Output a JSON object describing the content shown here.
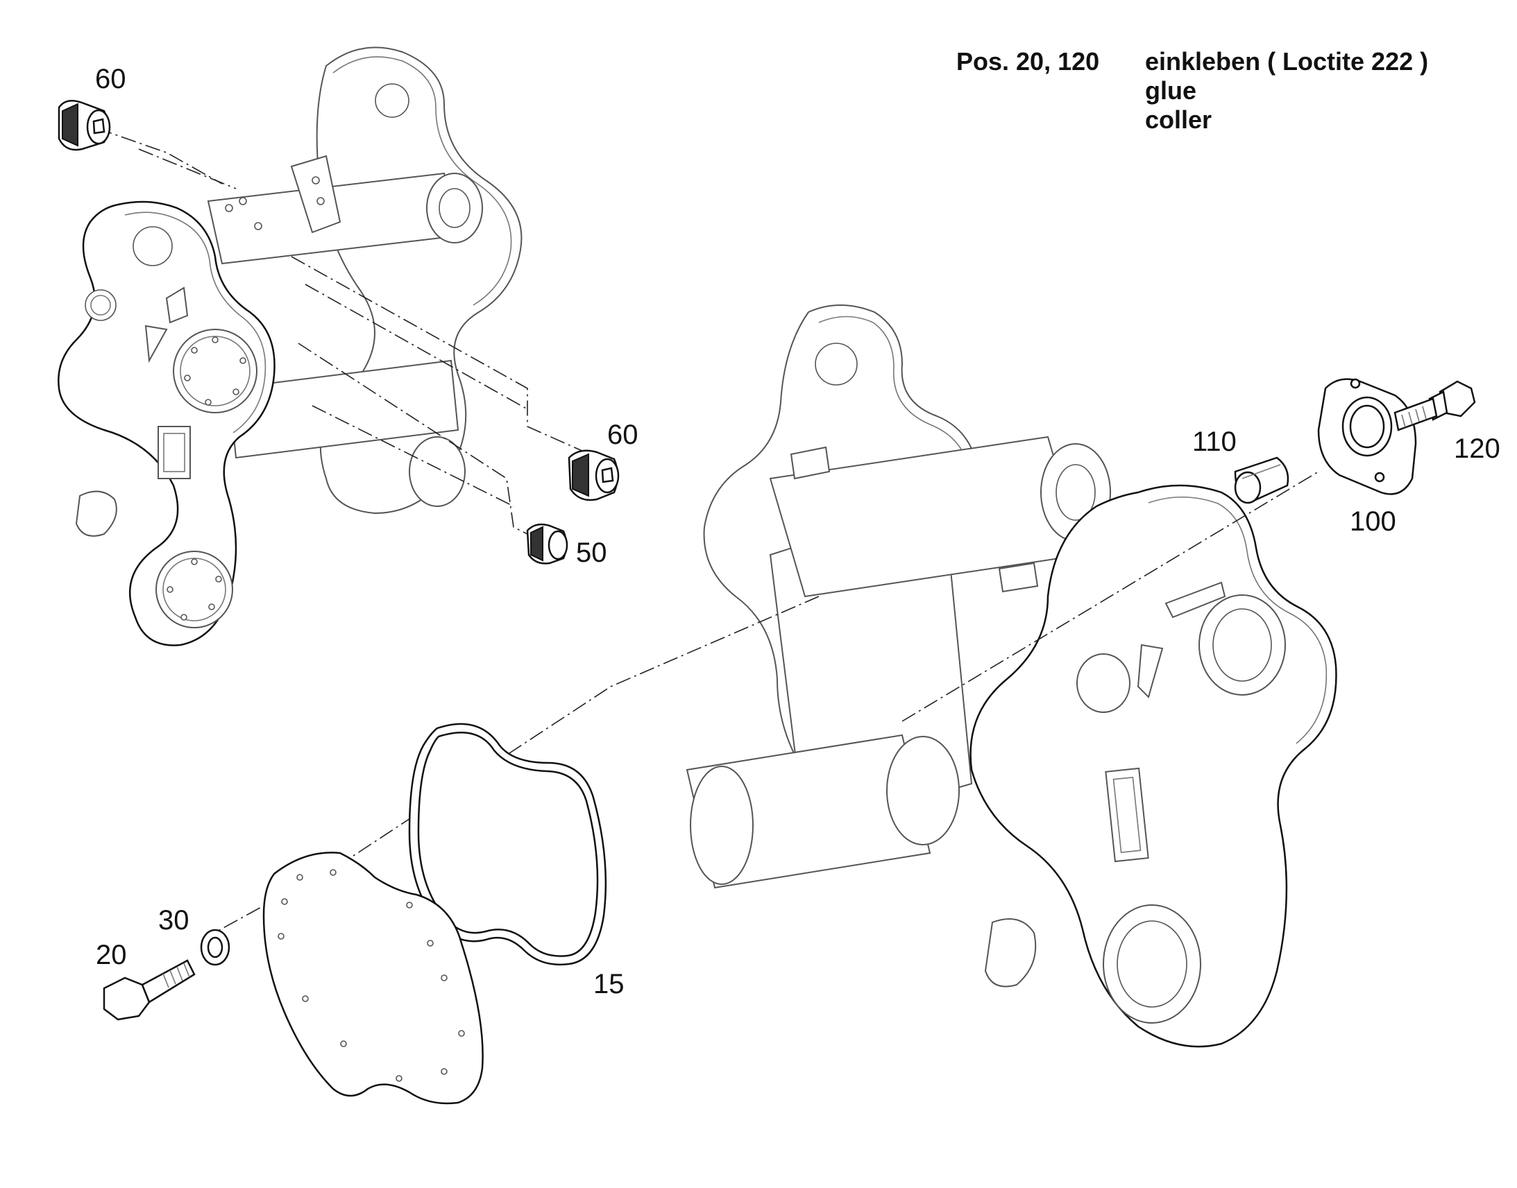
{
  "note": {
    "positions": "Pos. 20, 120",
    "lines": [
      "einkleben ( Loctite 222 )",
      "glue",
      "coller"
    ]
  },
  "callouts": {
    "c60_top": "60",
    "c60_mid": "60",
    "c50": "50",
    "c110": "110",
    "c100": "100",
    "c120": "120",
    "c30": "30",
    "c20": "20",
    "c15": "15"
  }
}
